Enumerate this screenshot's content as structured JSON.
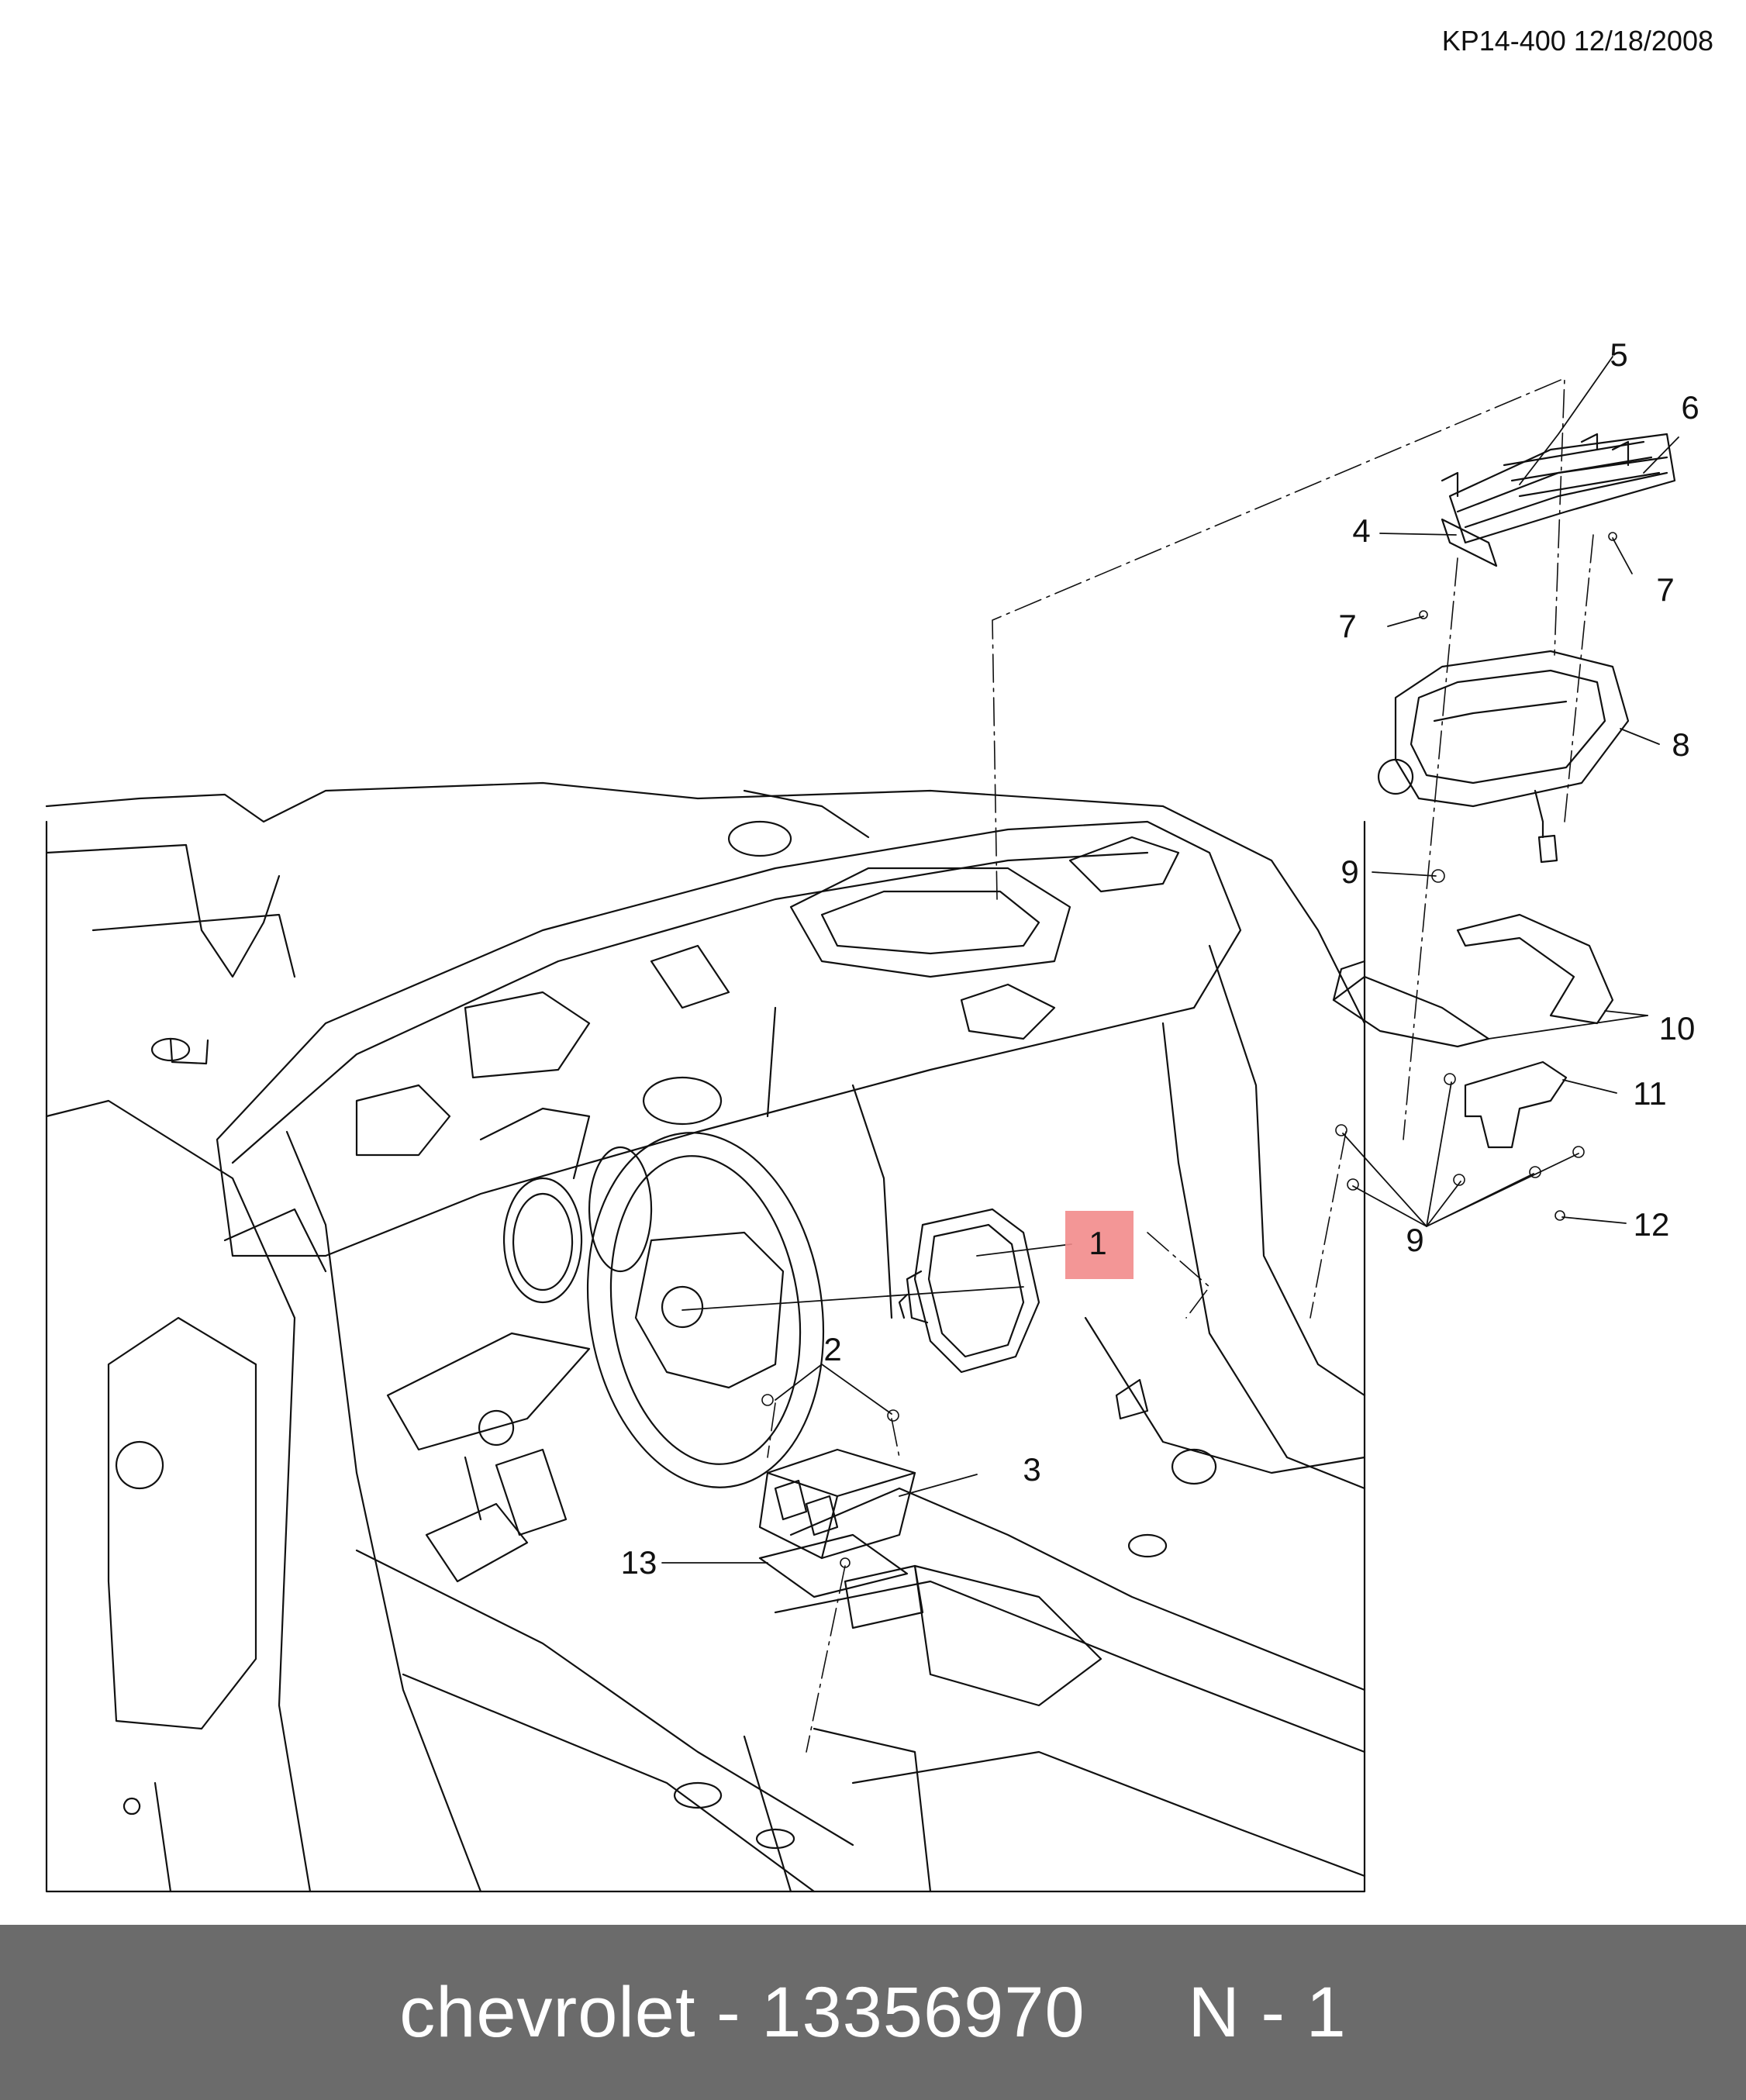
{
  "header": {
    "doc_id": "KP14-400 12/18/2008"
  },
  "callouts": [
    {
      "id": "1",
      "label": "1"
    },
    {
      "id": "2",
      "label": "2"
    },
    {
      "id": "3",
      "label": "3"
    },
    {
      "id": "4",
      "label": "4"
    },
    {
      "id": "5",
      "label": "5"
    },
    {
      "id": "6",
      "label": "6"
    },
    {
      "id": "7a",
      "label": "7"
    },
    {
      "id": "7b",
      "label": "7"
    },
    {
      "id": "8",
      "label": "8"
    },
    {
      "id": "9a",
      "label": "9"
    },
    {
      "id": "9b",
      "label": "9"
    },
    {
      "id": "10",
      "label": "10"
    },
    {
      "id": "11",
      "label": "11"
    },
    {
      "id": "12",
      "label": "12"
    },
    {
      "id": "13",
      "label": "13"
    }
  ],
  "highlighted_part": "1",
  "footer": {
    "caption": "chevrolet - 13356970     N - 1"
  },
  "colors": {
    "highlight": "#f28b8b",
    "footer_bg": "#6b6b6b",
    "footer_text": "#ffffff",
    "line": "#111111"
  }
}
